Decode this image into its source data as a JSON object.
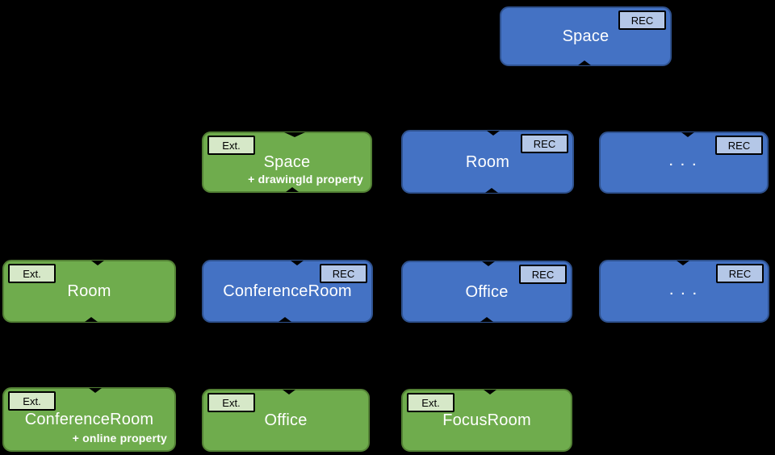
{
  "diagram": {
    "description": "Model inheritance tree with REC base models (blue) and extension models (green)",
    "colors": {
      "background": "#000000",
      "rec_fill": "#4472C4",
      "rec_border": "#2F528F",
      "rec_badge_fill": "#B4C7E7",
      "ext_fill": "#6FAC4D",
      "ext_border": "#538135",
      "ext_badge_fill": "#D6E8C8",
      "label_text": "#FFFFFF",
      "badge_text": "#000000"
    },
    "badge_labels": {
      "rec": "REC",
      "ext": "Ext."
    },
    "nodes": [
      {
        "label": "Space",
        "badge": "REC",
        "type": "rec"
      },
      {
        "label": "Space",
        "badge": "Ext.",
        "type": "ext",
        "sub": "+ drawingId property"
      },
      {
        "label": "Room",
        "badge": "REC",
        "type": "rec"
      },
      {
        "label": ". . .",
        "badge": "REC",
        "type": "rec"
      },
      {
        "label": "Room",
        "badge": "Ext.",
        "type": "ext"
      },
      {
        "label": "ConferenceRoom",
        "badge": "REC",
        "type": "rec"
      },
      {
        "label": "Office",
        "badge": "REC",
        "type": "rec"
      },
      {
        "label": ". . .",
        "badge": "REC",
        "type": "rec"
      },
      {
        "label": "ConferenceRoom",
        "badge": "Ext.",
        "type": "ext",
        "sub": "+ online property"
      },
      {
        "label": "Office",
        "badge": "Ext.",
        "type": "ext"
      },
      {
        "label": "FocusRoom",
        "badge": "Ext.",
        "type": "ext"
      }
    ]
  }
}
